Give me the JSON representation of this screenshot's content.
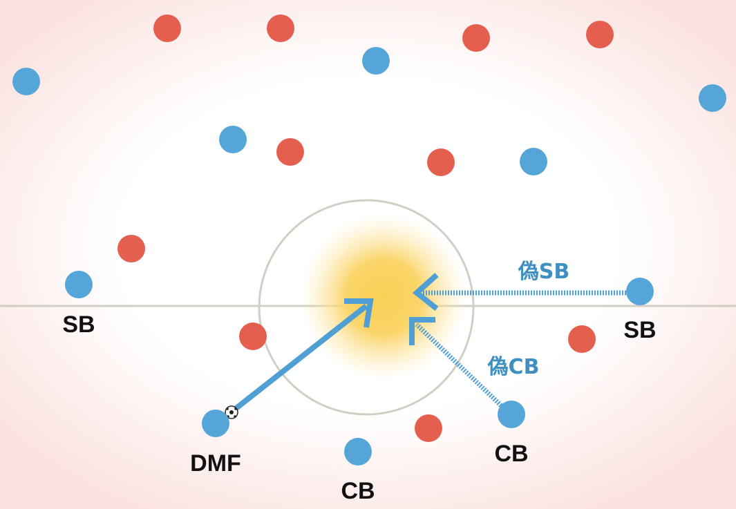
{
  "colors": {
    "team_blue": "#55a5d8",
    "team_red": "#e55f4f",
    "arrow": "#4f9fd4",
    "zone": "#f9cf55",
    "line": "#d0cfc4"
  },
  "labels": {
    "sb_left": "SB",
    "sb_right": "SB",
    "dmf": "DMF",
    "cb_center": "CB",
    "cb_right": "CB",
    "false_sb": "偽SB",
    "false_cb": "偽CB"
  }
}
